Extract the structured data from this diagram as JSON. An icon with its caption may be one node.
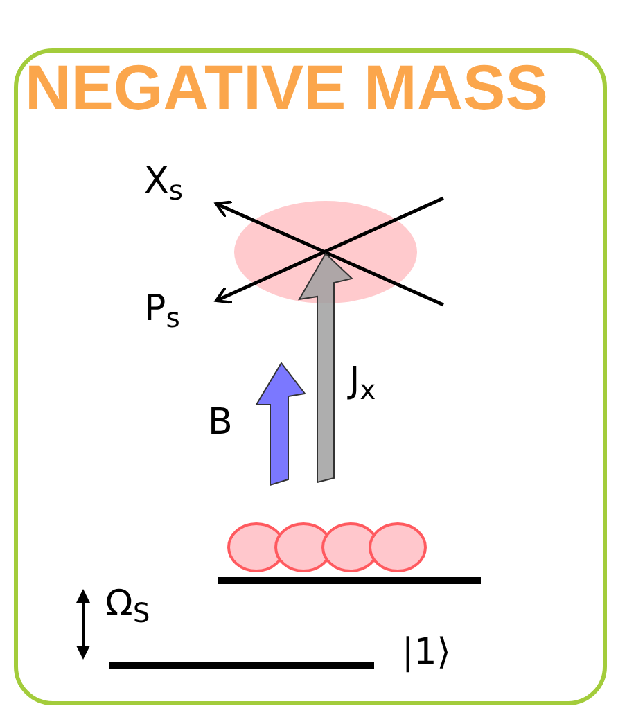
{
  "diagram": {
    "title": "NEGATIVE MASS",
    "labels": [
      "X$_{s}$",
      "P$_{s}$",
      "B",
      "J$_{x}$",
      "Ω$_{S}$",
      "|1⟩"
    ]
  }
}
